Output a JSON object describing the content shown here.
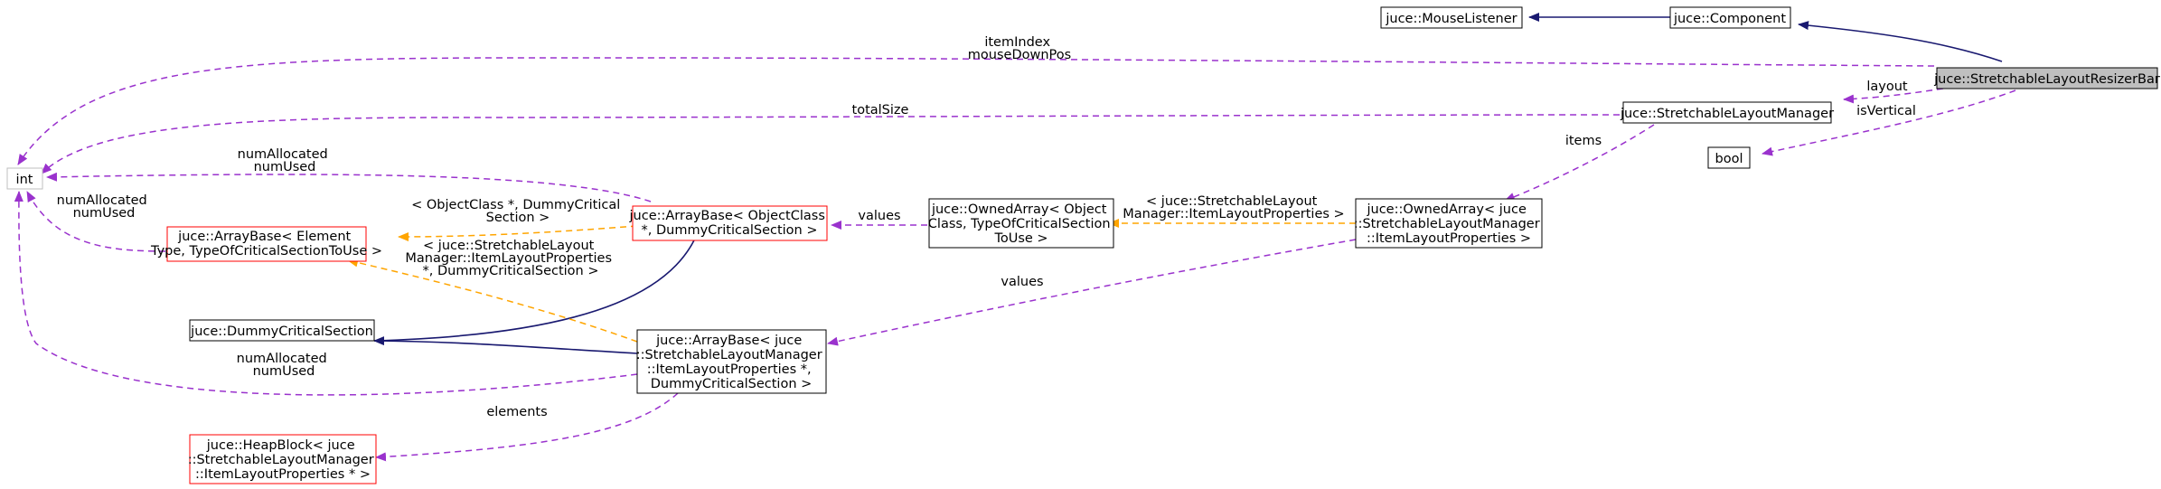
{
  "nodes": {
    "resizer_bar": [
      "juce::StretchableLayoutResizerBar"
    ],
    "mouse_listener": [
      "juce::MouseListener"
    ],
    "component": [
      "juce::Component"
    ],
    "int": [
      "int"
    ],
    "layout_manager": [
      "juce::StretchableLayoutManager"
    ],
    "bool": [
      "bool"
    ],
    "array_base_generic": [
      "juce::ArrayBase< Element",
      "Type, TypeOfCriticalSectionToUse >"
    ],
    "array_base_object": [
      "juce::ArrayBase< ObjectClass",
      "*, DummyCriticalSection >"
    ],
    "owned_array_generic": [
      "juce::OwnedArray< Object",
      "Class, TypeOfCriticalSection",
      "ToUse >"
    ],
    "owned_array_items": [
      "juce::OwnedArray< juce",
      "::StretchableLayoutManager",
      "::ItemLayoutProperties >"
    ],
    "dummy_critical_section": [
      "juce::DummyCriticalSection"
    ],
    "array_base_items": [
      "juce::ArrayBase< juce",
      "::StretchableLayoutManager",
      "::ItemLayoutProperties *,",
      "DummyCriticalSection >"
    ],
    "heap_block": [
      "juce::HeapBlock< juce",
      "::StretchableLayoutManager",
      "::ItemLayoutProperties * >"
    ]
  },
  "edge_labels": {
    "item_index": [
      "itemIndex",
      "mouseDownPos"
    ],
    "total_size": [
      "totalSize"
    ],
    "layout": [
      "layout"
    ],
    "is_vertical": [
      "isVertical"
    ],
    "items": [
      "items"
    ],
    "num_allocated_object": [
      "numAllocated",
      "numUsed"
    ],
    "num_allocated_generic": [
      "numAllocated",
      "numUsed"
    ],
    "num_allocated_items": [
      "numAllocated",
      "numUsed"
    ],
    "template_object": [
      "< ObjectClass *, DummyCritical",
      "Section >"
    ],
    "template_items": [
      "< juce::StretchableLayout",
      "Manager::ItemLayoutProperties",
      "*, DummyCriticalSection >"
    ],
    "values_object": [
      "values"
    ],
    "template_owned": [
      "< juce::StretchableLayout",
      "Manager::ItemLayoutProperties >"
    ],
    "values_items": [
      "values"
    ],
    "elements": [
      "elements"
    ]
  },
  "colors": {
    "inheritance": "#191970",
    "usage": "#9a32cd",
    "template": "#ffa500",
    "highlight_fill": "#bfbfbf",
    "red_border": "#ff0000",
    "gray_border": "#bfbfbf",
    "black_border": "#000000"
  }
}
